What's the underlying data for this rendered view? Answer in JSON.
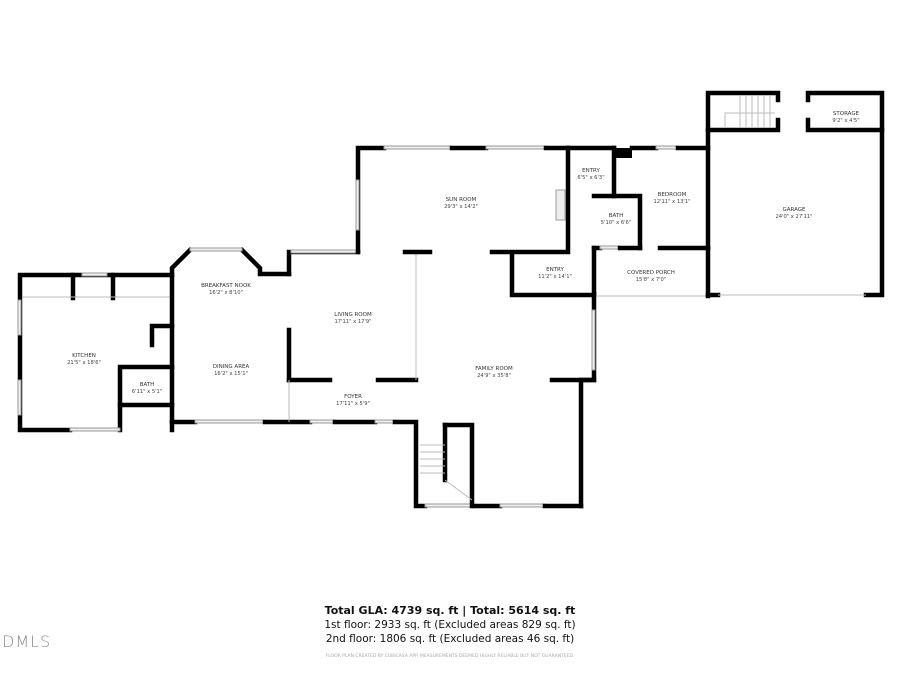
{
  "rooms": [
    {
      "id": "kitchen",
      "name": "KITCHEN",
      "dims": "21'5\" x 18'6\""
    },
    {
      "id": "bath1",
      "name": "BATH",
      "dims": "6'11\" x 5'1\""
    },
    {
      "id": "breakfast",
      "name": "BREAKFAST NOOK",
      "dims": "16'2\" x 8'10\""
    },
    {
      "id": "dining",
      "name": "DINING AREA",
      "dims": "16'2\" x 15'1\""
    },
    {
      "id": "living",
      "name": "LIVING ROOM",
      "dims": "17'11\" x 17'9\""
    },
    {
      "id": "foyer",
      "name": "FOYER",
      "dims": "17'11\" x 5'9\""
    },
    {
      "id": "sun",
      "name": "SUN ROOM",
      "dims": "29'3\" x 14'2\""
    },
    {
      "id": "family",
      "name": "FAMILY ROOM",
      "dims": "24'9\" x 35'8\""
    },
    {
      "id": "entry1",
      "name": "ENTRY",
      "dims": "11'2\" x 14'1\""
    },
    {
      "id": "entry2",
      "name": "ENTRY",
      "dims": "6'5\" x 6'3\""
    },
    {
      "id": "bedroom",
      "name": "BEDROOM",
      "dims": "12'11\" x 13'1\""
    },
    {
      "id": "bath2",
      "name": "BATH",
      "dims": "5'10\" x 6'6\""
    },
    {
      "id": "porch",
      "name": "COVERED PORCH",
      "dims": "15'8\" x 7'0\""
    },
    {
      "id": "garage",
      "name": "GARAGE",
      "dims": "24'0\" x 27'11\""
    },
    {
      "id": "storage",
      "name": "STORAGE",
      "dims": "9'2\" x 4'5\""
    }
  ],
  "summary": {
    "total": "Total GLA: 4739 sq. ft | Total: 5614 sq. ft",
    "first_floor": "1st floor: 2933 sq. ft (Excluded areas 829 sq. ft)",
    "second_floor": "2nd floor: 1806 sq. ft (Excluded areas 46 sq. ft)",
    "credit": "FLOOR PLAN CREATED BY CUBICASA APP. MEASUREMENTS DEEMED HIGHLY RELIABLE BUT NOT GUARANTEED."
  },
  "logo": "DMLS"
}
